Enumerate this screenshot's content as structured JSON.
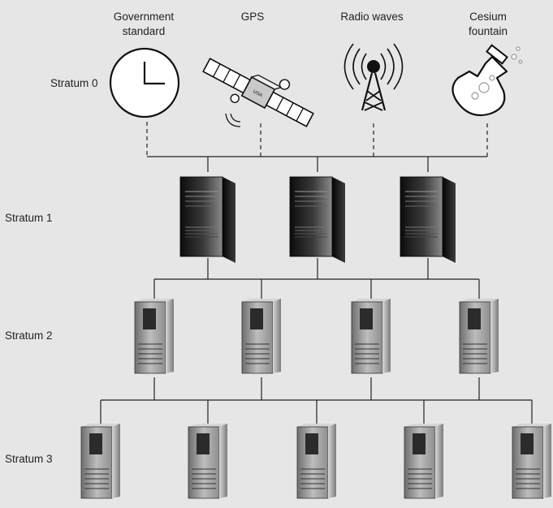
{
  "strata": [
    {
      "label": "Stratum 0"
    },
    {
      "label": "Stratum 1"
    },
    {
      "label": "Stratum 2"
    },
    {
      "label": "Stratum 3"
    }
  ],
  "sources": [
    {
      "line1": "Government",
      "line2": "standard",
      "icon": "clock-icon"
    },
    {
      "line1": "GPS",
      "line2": "",
      "icon": "satellite-icon"
    },
    {
      "line1": "Radio waves",
      "line2": "",
      "icon": "radio-tower-icon"
    },
    {
      "line1": "Cesium",
      "line2": "fountain",
      "icon": "flask-icon"
    }
  ],
  "satellite_tag": "USA",
  "colors": {
    "background": "#e6e6e7",
    "line": "#222222",
    "server_dark": "#1b1b1b",
    "server_light": "#b0b0b0"
  }
}
